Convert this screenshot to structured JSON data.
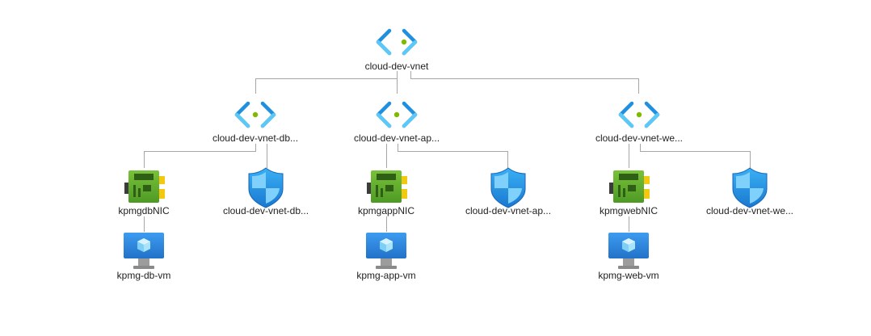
{
  "colors": {
    "connector": "#a6a6a6",
    "vnet_bracket": "#1f8fe0",
    "vnet_dot": "#7fba00",
    "nic_green": "#5ea829",
    "nic_chip": "#3b6e1f",
    "nic_connector": "#f2c811",
    "nsg_shield": "#2596e0",
    "vm_screen": "#2f8be3",
    "vm_stand": "#949494",
    "label": "#1f1f1f"
  },
  "topology": {
    "root": {
      "label": "cloud-dev-vnet",
      "icon": "virtual-network-icon"
    },
    "subnets": [
      {
        "label": "cloud-dev-vnet-db...",
        "icon": "subnet-icon",
        "nic": {
          "label": "kpmgdbNIC",
          "icon": "network-interface-icon"
        },
        "nsg": {
          "label": "cloud-dev-vnet-db...",
          "icon": "network-security-group-icon"
        },
        "vm": {
          "label": "kpmg-db-vm",
          "icon": "virtual-machine-icon"
        }
      },
      {
        "label": "cloud-dev-vnet-ap...",
        "icon": "subnet-icon",
        "nic": {
          "label": "kpmgappNIC",
          "icon": "network-interface-icon"
        },
        "nsg": {
          "label": "cloud-dev-vnet-ap...",
          "icon": "network-security-group-icon"
        },
        "vm": {
          "label": "kpmg-app-vm",
          "icon": "virtual-machine-icon"
        }
      },
      {
        "label": "cloud-dev-vnet-we...",
        "icon": "subnet-icon",
        "nic": {
          "label": "kpmgwebNIC",
          "icon": "network-interface-icon"
        },
        "nsg": {
          "label": "cloud-dev-vnet-we...",
          "icon": "network-security-group-icon"
        },
        "vm": {
          "label": "kpmg-web-vm",
          "icon": "virtual-machine-icon"
        }
      }
    ]
  }
}
